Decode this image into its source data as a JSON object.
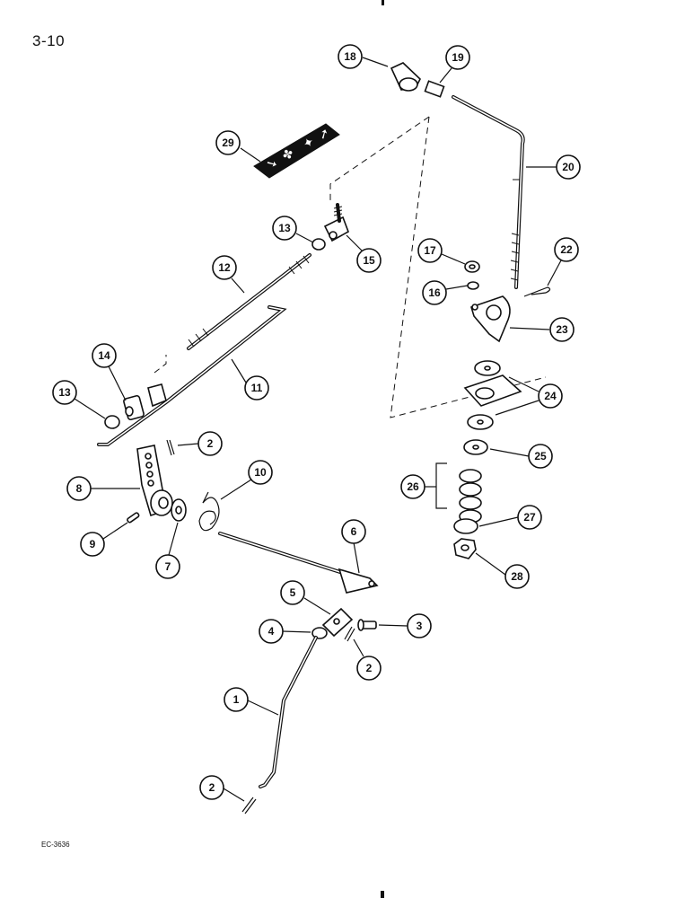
{
  "page": {
    "number": "3-10",
    "figure_code": "EC-3636"
  },
  "decal": {
    "icons": [
      "arrow-left-icon",
      "rabbit-icon",
      "turtle-icon",
      "arrow-right-icon"
    ]
  },
  "callouts": {
    "c1": "1",
    "c2a": "2",
    "c2b": "2",
    "c2c": "2",
    "c3": "3",
    "c4": "4",
    "c5": "5",
    "c6": "6",
    "c7": "7",
    "c8": "8",
    "c9": "9",
    "c10": "10",
    "c11": "11",
    "c12": "12",
    "c13a": "13",
    "c13b": "13",
    "c14": "14",
    "c15": "15",
    "c16": "16",
    "c17": "17",
    "c18": "18",
    "c19": "19",
    "c20": "20",
    "c22": "22",
    "c23": "23",
    "c24": "24",
    "c25": "25",
    "c26": "26",
    "c27": "27",
    "c28": "28",
    "c29": "29"
  }
}
